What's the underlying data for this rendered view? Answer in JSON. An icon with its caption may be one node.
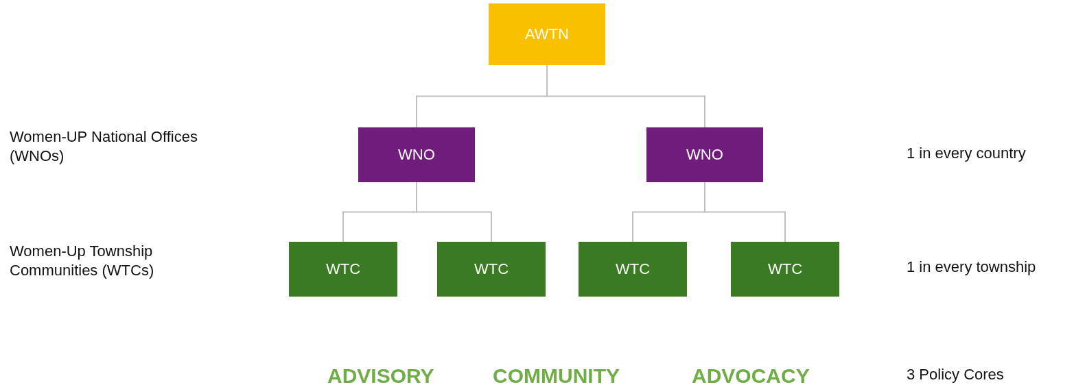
{
  "diagram": {
    "nodes": [
      {
        "text": [
          "AWTN"
        ]
      },
      {
        "text": [
          "WNO"
        ]
      },
      {
        "text": [
          "WNO"
        ]
      },
      {
        "text": [
          "WTC"
        ]
      },
      {
        "text": [
          "WTC"
        ]
      },
      {
        "text": [
          "WTC"
        ]
      },
      {
        "text": [
          "WTC"
        ]
      }
    ],
    "edges": [
      {
        "from": 0,
        "to": 1,
        "arrow": "none"
      },
      {
        "from": 0,
        "to": 2,
        "arrow": "none"
      },
      {
        "from": 1,
        "to": 3,
        "arrow": "none"
      },
      {
        "from": 1,
        "to": 4,
        "arrow": "none"
      },
      {
        "from": 2,
        "to": 5,
        "arrow": "none"
      },
      {
        "from": 2,
        "to": 6,
        "arrow": "none"
      }
    ],
    "labels": [
      "Women-UP National Offices (WNOs)",
      "1 in every country",
      "Women-Up Township Communities (WTCs)",
      "1 in every township",
      "ADVISORY",
      "COMMUNITY",
      "ADVOCACY",
      "3 Policy Cores"
    ]
  }
}
